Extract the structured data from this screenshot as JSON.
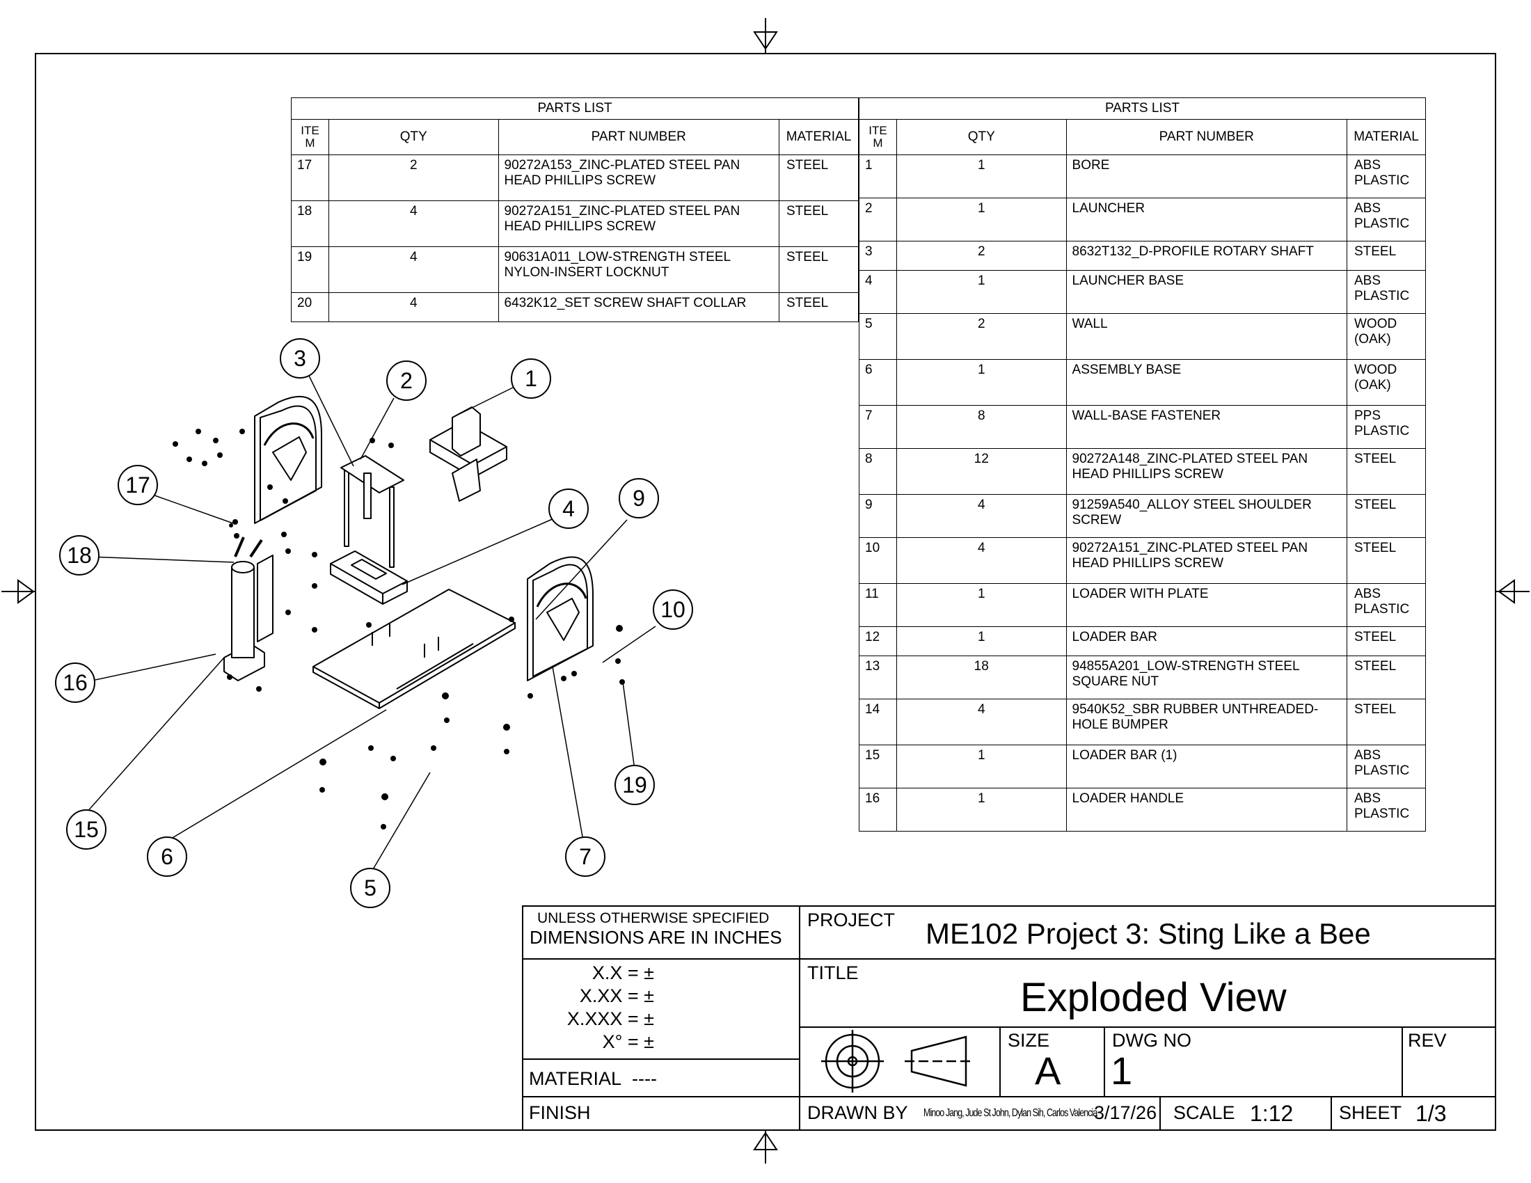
{
  "parts_list_left": {
    "title": "PARTS LIST",
    "headers": {
      "item": "ITE M",
      "qty": "QTY",
      "part_number": "PART NUMBER",
      "material": "MATERIAL"
    },
    "rows": [
      {
        "item": "17",
        "qty": "2",
        "part_number": "90272A153_ZINC-PLATED STEEL PAN HEAD PHILLIPS SCREW",
        "material": "STEEL"
      },
      {
        "item": "18",
        "qty": "4",
        "part_number": "90272A151_ZINC-PLATED STEEL PAN HEAD PHILLIPS SCREW",
        "material": "STEEL"
      },
      {
        "item": "19",
        "qty": "4",
        "part_number": "90631A011_LOW-STRENGTH STEEL NYLON-INSERT LOCKNUT",
        "material": "STEEL"
      },
      {
        "item": "20",
        "qty": "4",
        "part_number": "6432K12_SET SCREW SHAFT COLLAR",
        "material": "STEEL"
      }
    ]
  },
  "parts_list_right": {
    "title": "PARTS LIST",
    "headers": {
      "item": "ITE M",
      "qty": "QTY",
      "part_number": "PART NUMBER",
      "material": "MATERIAL"
    },
    "rows": [
      {
        "item": "1",
        "qty": "1",
        "part_number": "BORE",
        "material": "ABS PLASTIC"
      },
      {
        "item": "2",
        "qty": "1",
        "part_number": "LAUNCHER",
        "material": "ABS PLASTIC"
      },
      {
        "item": "3",
        "qty": "2",
        "part_number": "8632T132_D-PROFILE ROTARY SHAFT",
        "material": "STEEL"
      },
      {
        "item": "4",
        "qty": "1",
        "part_number": "LAUNCHER BASE",
        "material": "ABS PLASTIC"
      },
      {
        "item": "5",
        "qty": "2",
        "part_number": "WALL",
        "material": "WOOD (OAK)"
      },
      {
        "item": "6",
        "qty": "1",
        "part_number": "ASSEMBLY BASE",
        "material": "WOOD (OAK)"
      },
      {
        "item": "7",
        "qty": "8",
        "part_number": "WALL-BASE FASTENER",
        "material": "PPS PLASTIC"
      },
      {
        "item": "8",
        "qty": "12",
        "part_number": "90272A148_ZINC-PLATED STEEL PAN HEAD PHILLIPS SCREW",
        "material": "STEEL"
      },
      {
        "item": "9",
        "qty": "4",
        "part_number": "91259A540_ALLOY STEEL SHOULDER SCREW",
        "material": "STEEL"
      },
      {
        "item": "10",
        "qty": "4",
        "part_number": "90272A151_ZINC-PLATED STEEL PAN HEAD PHILLIPS SCREW",
        "material": "STEEL"
      },
      {
        "item": "11",
        "qty": "1",
        "part_number": "LOADER WITH PLATE",
        "material": "ABS PLASTIC"
      },
      {
        "item": "12",
        "qty": "1",
        "part_number": "LOADER BAR",
        "material": "STEEL"
      },
      {
        "item": "13",
        "qty": "18",
        "part_number": "94855A201_LOW-STRENGTH STEEL SQUARE NUT",
        "material": "STEEL"
      },
      {
        "item": "14",
        "qty": "4",
        "part_number": "9540K52_SBR RUBBER UNTHREADED-HOLE BUMPER",
        "material": "STEEL"
      },
      {
        "item": "15",
        "qty": "1",
        "part_number": "LOADER BAR (1)",
        "material": "ABS PLASTIC"
      },
      {
        "item": "16",
        "qty": "1",
        "part_number": "LOADER HANDLE",
        "material": "ABS PLASTIC"
      }
    ]
  },
  "balloons": [
    "1",
    "2",
    "3",
    "4",
    "5",
    "6",
    "7",
    "9",
    "10",
    "15",
    "16",
    "17",
    "18",
    "19"
  ],
  "title_block": {
    "tolerance_header_line1": "UNLESS OTHERWISE SPECIFIED",
    "tolerance_header_line2": "DIMENSIONS ARE IN INCHES",
    "tol_x": "X.X = ±",
    "tol_xx": "X.XX = ±",
    "tol_xxx": "X.XXX = ±",
    "tol_deg": "X° = ±",
    "material_label": "MATERIAL",
    "material_value": "----",
    "finish_label": "FINISH",
    "project_label": "PROJECT",
    "project_value": "ME102 Project 3: Sting Like a Bee",
    "title_label": "TITLE",
    "title_value": "Exploded View",
    "size_label": "SIZE",
    "size_value": "A",
    "dwg_no_label": "DWG NO",
    "dwg_no_value": "1",
    "rev_label": "REV",
    "drawn_by_label": "DRAWN BY",
    "drawn_by_value": "Minoo Jang, Jude St John, Dylan Sih, Carlos Valencia",
    "date": "3/17/26",
    "scale_label": "SCALE",
    "scale_value": "1:12",
    "sheet_label": "SHEET",
    "sheet_value": "1/3"
  }
}
